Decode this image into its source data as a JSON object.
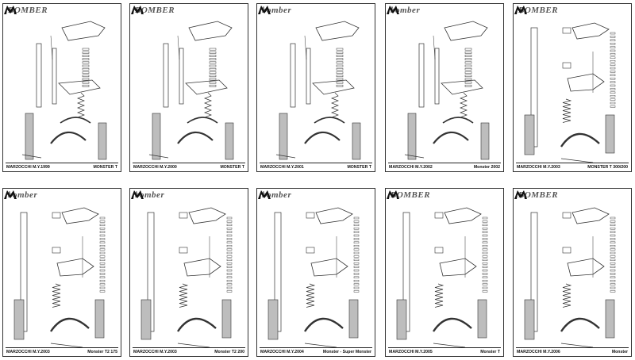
{
  "sheets": [
    {
      "brand": "BOMBER",
      "model_year": "MARZOCCHI M.Y.1999",
      "model": "MONSTER T",
      "layout": "a"
    },
    {
      "brand": "BOMBER",
      "model_year": "MARZOCCHI M.Y.2000",
      "model": "MONSTER T",
      "layout": "a"
    },
    {
      "brand": "bomber",
      "model_year": "MARZOCCHI M.Y.2001",
      "model": "MONSTER T",
      "layout": "a"
    },
    {
      "brand": "bomber",
      "model_year": "MARZOCCHI M.Y.2002",
      "model": "Monster 2002",
      "layout": "a"
    },
    {
      "brand": "BOMBER",
      "model_year": "MARZOCCHI M.Y.2003",
      "model": "MONSTER T 300/200",
      "layout": "b"
    },
    {
      "brand": "bomber",
      "model_year": "MARZOCCHI M.Y.2003",
      "model": "Monster T2 175",
      "layout": "b"
    },
    {
      "brand": "bomber",
      "model_year": "MARZOCCHI M.Y.2003",
      "model": "Monster T2 200",
      "layout": "b"
    },
    {
      "brand": "bomber",
      "model_year": "MARZOCCHI M.Y.2004",
      "model": "Monster - Super Monster",
      "layout": "b"
    },
    {
      "brand": "BOMBER",
      "model_year": "MARZOCCHI M.Y.2005",
      "model": "Monster T",
      "layout": "b"
    },
    {
      "brand": "BOMBER",
      "model_year": "MARZOCCHI M.Y.2006",
      "model": "Monster",
      "layout": "b"
    }
  ],
  "colors": {
    "line": "#333333",
    "accent": "#111111",
    "shade": "#bdbdbd"
  }
}
